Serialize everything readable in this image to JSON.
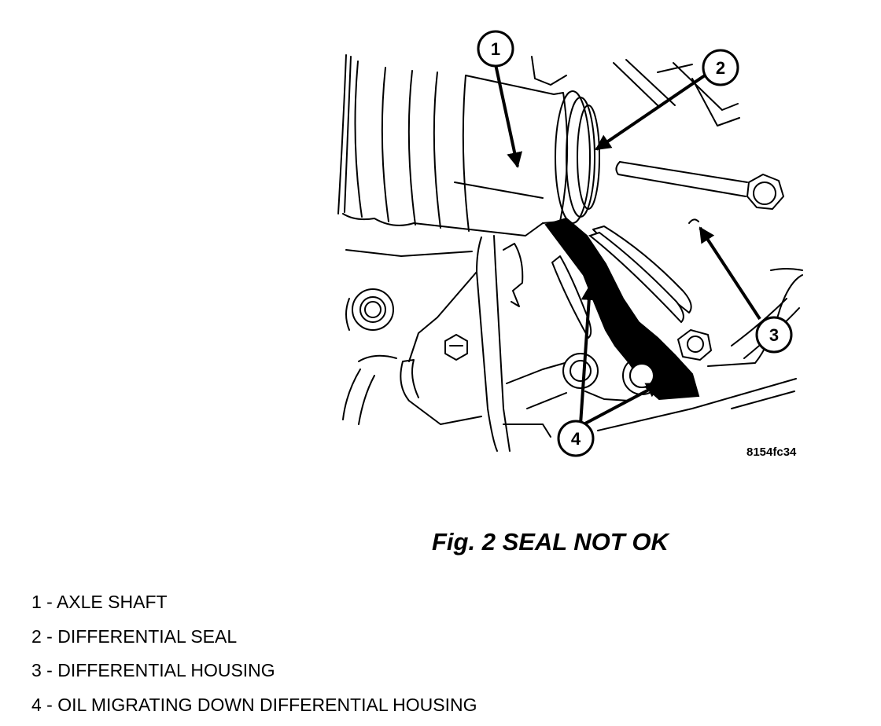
{
  "figure": {
    "code": "8154fc34",
    "caption": "Fig. 2 SEAL NOT OK"
  },
  "callouts": [
    "1",
    "2",
    "3",
    "4"
  ],
  "legend": [
    "1 - AXLE SHAFT",
    "2 - DIFFERENTIAL SEAL",
    "3 - DIFFERENTIAL HOUSING",
    "4 - OIL MIGRATING DOWN DIFFERENTIAL HOUSING"
  ]
}
